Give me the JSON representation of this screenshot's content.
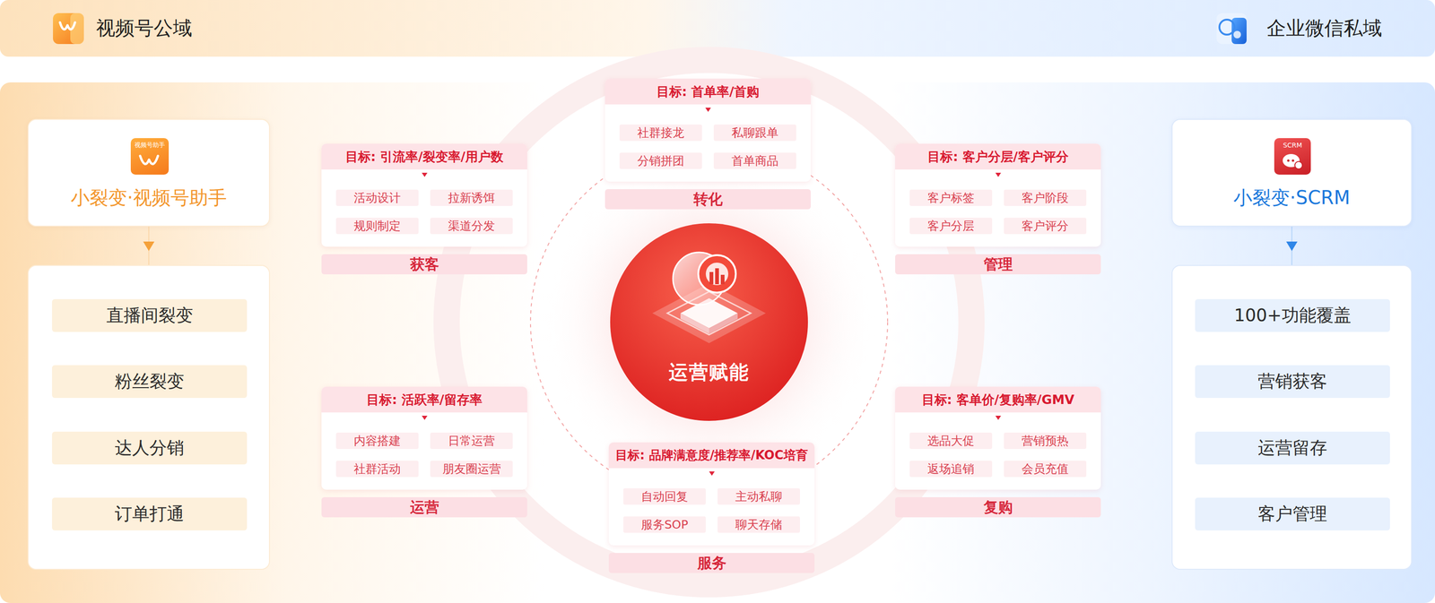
{
  "diagram": {
    "nodes": [
      {
        "text": [
          "视频号公域",
          "企业微信私域"
        ]
      },
      {
        "text": [
          "小裂变·视频号助手"
        ]
      },
      {
        "text": [
          "视频号助手"
        ],
        "in": 1
      },
      {
        "text": []
      },
      {
        "text": [
          "直播间裂变"
        ],
        "in": 3
      },
      {
        "text": [
          "粉丝裂变"
        ],
        "in": 3
      },
      {
        "text": [
          "达人分销"
        ],
        "in": 3
      },
      {
        "text": [
          "订单打通"
        ],
        "in": 3
      },
      {
        "text": [
          "目标: 引流率/裂变率/用户数",
          "获客"
        ]
      },
      {
        "text": [
          "活动设计"
        ],
        "in": 8
      },
      {
        "text": [
          "拉新诱饵"
        ],
        "in": 8
      },
      {
        "text": [
          "规则制定"
        ],
        "in": 8
      },
      {
        "text": [
          "渠道分发"
        ],
        "in": 8
      },
      {
        "text": [
          "目标: 首单率/首购",
          "转化"
        ]
      },
      {
        "text": [
          "社群接龙"
        ],
        "in": 13
      },
      {
        "text": [
          "私聊跟单"
        ],
        "in": 13
      },
      {
        "text": [
          "分销拼团"
        ],
        "in": 13
      },
      {
        "text": [
          "首单商品"
        ],
        "in": 13
      },
      {
        "text": [
          "目标: 客户分层/客户评分",
          "管理"
        ]
      },
      {
        "text": [
          "客户标签"
        ],
        "in": 18
      },
      {
        "text": [
          "客户阶段"
        ],
        "in": 18
      },
      {
        "text": [
          "客户分层"
        ],
        "in": 18
      },
      {
        "text": [
          "客户评分"
        ],
        "in": 18
      },
      {
        "text": [
          "运营赋能"
        ]
      },
      {
        "text": [
          "目标: 活跃率/留存率",
          "运营"
        ]
      },
      {
        "text": [
          "内容搭建"
        ],
        "in": 24
      },
      {
        "text": [
          "日常运营"
        ],
        "in": 24
      },
      {
        "text": [
          "社群活动"
        ],
        "in": 24
      },
      {
        "text": [
          "朋友圈运营"
        ],
        "in": 24
      },
      {
        "text": [
          "目标: 品牌满意度/推荐率/KOC培育",
          "服务"
        ]
      },
      {
        "text": [
          "自动回复"
        ],
        "in": 29
      },
      {
        "text": [
          "主动私聊"
        ],
        "in": 29
      },
      {
        "text": [
          "服务SOP"
        ],
        "in": 29
      },
      {
        "text": [
          "聊天存储"
        ],
        "in": 29
      },
      {
        "text": [
          "目标: 客单价/复购率/GMV",
          "复购"
        ]
      },
      {
        "text": [
          "选品大促"
        ],
        "in": 34
      },
      {
        "text": [
          "营销预热"
        ],
        "in": 34
      },
      {
        "text": [
          "返场追销"
        ],
        "in": 34
      },
      {
        "text": [
          "会员充值"
        ],
        "in": 34
      },
      {
        "text": [
          "小裂变·SCRM"
        ]
      },
      {
        "text": [
          "SCRM"
        ],
        "in": 39
      },
      {
        "text": []
      },
      {
        "text": [
          "100+功能覆盖"
        ],
        "in": 41
      },
      {
        "text": [
          "营销获客"
        ],
        "in": 41
      },
      {
        "text": [
          "运营留存"
        ],
        "in": 41
      },
      {
        "text": [
          "客户管理"
        ],
        "in": 41
      }
    ],
    "edges": [
      {
        "from": 1,
        "to": 3,
        "arrow": "to"
      },
      {
        "from": 39,
        "to": 41,
        "arrow": "to"
      }
    ]
  }
}
